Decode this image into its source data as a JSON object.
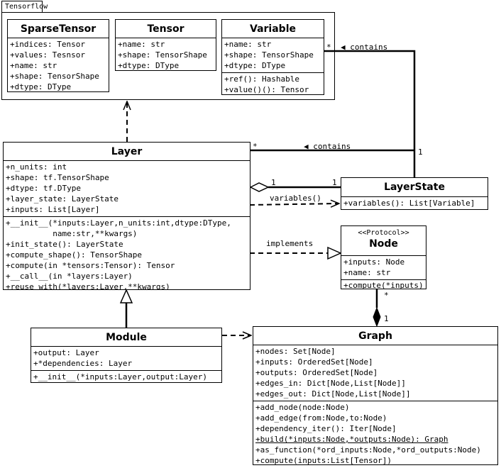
{
  "package": {
    "name": "Tensorflow"
  },
  "classes": {
    "sparse_tensor": {
      "name": "SparseTensor",
      "attributes": [
        "+indices: Tensor",
        "+values: Tesnsor",
        "+name: str",
        "+shape: TensorShape",
        "+dtype: DType"
      ]
    },
    "tensor": {
      "name": "Tensor",
      "attributes": [
        "+name: str",
        "+shape: TensorShape",
        "+dtype: DType"
      ]
    },
    "variable": {
      "name": "Variable",
      "attributes": [
        "+name: str",
        "+shape: TensorShape",
        "+dtype: DType"
      ],
      "methods": [
        "+ref(): Hashable",
        "+value()(): Tensor"
      ]
    },
    "layer": {
      "name": "Layer",
      "attributes": [
        "+n_units: int",
        "+shape: tf.TensorShape",
        "+dtype: tf.DType",
        "+layer_state: LayerState",
        "+inputs: List[Layer]"
      ],
      "methods": [
        "+__init__(*inputs:Layer,n_units:int,dtype:DType,",
        "          name:str,**kwargs)",
        "+init_state(): LayerState",
        "+compute_shape(): TensorShape",
        "+compute(in *tensors:Tensor): Tensor",
        "+__call__(in *layers:Layer)",
        "+reuse_with(*layers:Layer,**kwargs)"
      ]
    },
    "layer_state": {
      "name": "LayerState",
      "methods": [
        "+variables(): List[Variable]"
      ]
    },
    "node": {
      "stereotype": "<<Protocol>>",
      "name": "Node",
      "attributes": [
        "+inputs: Node",
        "+name: str"
      ],
      "methods": [
        "+compute(*inputs)"
      ]
    },
    "module": {
      "name": "Module",
      "attributes": [
        "+output: Layer",
        "+*dependencies: Layer"
      ],
      "methods": [
        "+__init__(*inputs:Layer,output:Layer)"
      ]
    },
    "graph": {
      "name": "Graph",
      "attributes": [
        "+nodes: Set[Node]",
        "+inputs: OrderedSet[Node]",
        "+outputs: OrderedSet[Node]",
        "+edges_in: Dict[Node,List[Node]]",
        "+edges_out: Dict[Node,List[Node]]"
      ],
      "methods": [
        "+add_node(node:Node)",
        "+add_edge(from:Node,to:Node)",
        "+dependency_iter(): Iter[Node]",
        "+build(*inputs:Node,*outputs:Node): Graph",
        "+as_function(*ord_inputs:Node,*ord_outputs:Node)",
        "+compute(inputs:List[Tensor])"
      ],
      "static_method_index": 3
    }
  },
  "edges": {
    "layerstate_variable": {
      "label": "◀ contains",
      "mult_source": "1",
      "mult_target": "*"
    },
    "layerstate_layer": {
      "label": "◀ contains",
      "mult_source": "1",
      "mult_target": "*"
    },
    "layer_layerstate": {
      "mult_source": "1",
      "mult_target": "1"
    },
    "layer_variables": {
      "label": "variables()"
    },
    "layer_node": {
      "label": "implements"
    },
    "node_graph": {
      "mult_source": "*",
      "mult_target": "1"
    }
  }
}
